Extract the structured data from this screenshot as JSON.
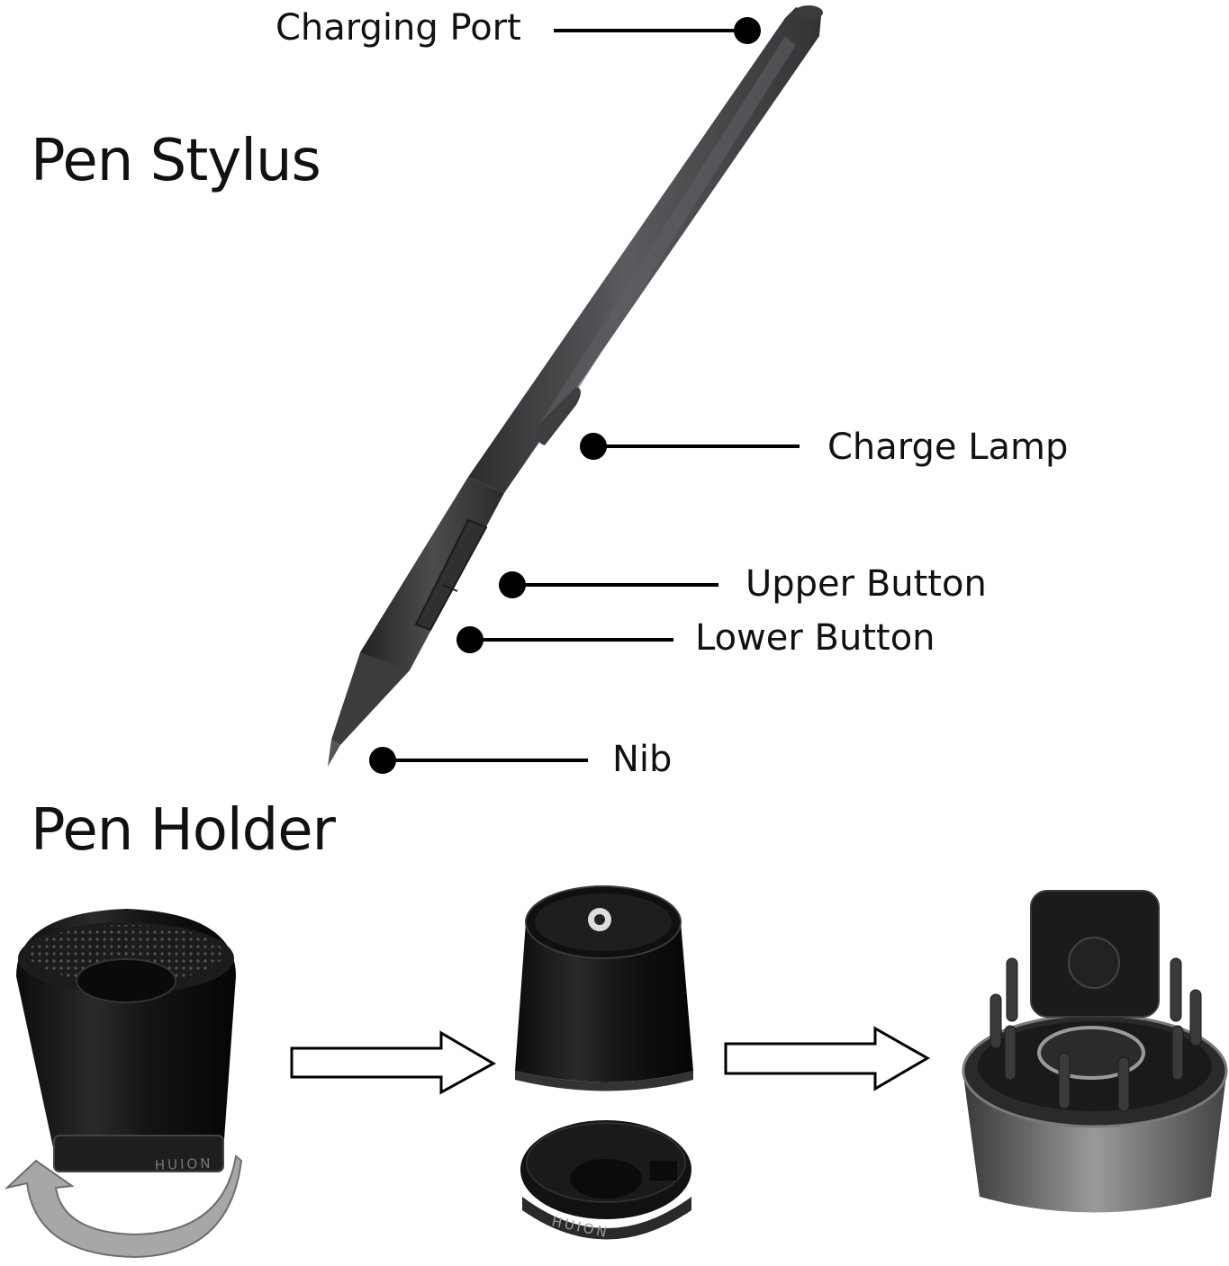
{
  "headings": {
    "stylus": "Pen Stylus",
    "holder": "Pen Holder"
  },
  "callouts": {
    "charging_port": "Charging Port",
    "charge_lamp": "Charge Lamp",
    "upper_button": "Upper Button",
    "lower_button": "Lower Button",
    "nib": "Nib"
  },
  "brand": {
    "logo": "HUION"
  },
  "colors": {
    "pen_body": "#4a4b4d",
    "holder_body": "#141414",
    "arrow_outline": "#000000",
    "rotate_arrow": "#9a9a9a"
  }
}
